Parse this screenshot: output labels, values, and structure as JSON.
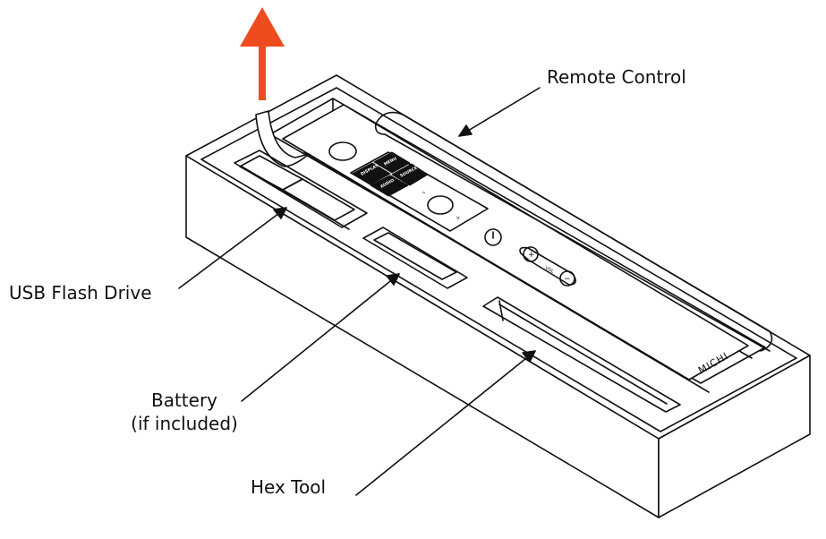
{
  "labels": {
    "remote_control": "Remote Control",
    "usb_flash_drive": "USB Flash Drive",
    "battery_line1": "Battery",
    "battery_line2": "(if included)",
    "hex_tool": "Hex Tool"
  },
  "remote_buttons": {
    "display": "DISPLAY",
    "menu": "MENU",
    "audio": "AUDIO",
    "source": "SOURCE",
    "vol": "VOL",
    "plus": "+",
    "minus": "−",
    "up": "^",
    "down": "v"
  },
  "brand": "MICHI",
  "colors": {
    "arrow": "#EE4B1F",
    "ink": "#111111",
    "background": "#FFFFFF"
  },
  "icons": {
    "pull_arrow": "up-arrow",
    "power_logo": "power-icon"
  }
}
